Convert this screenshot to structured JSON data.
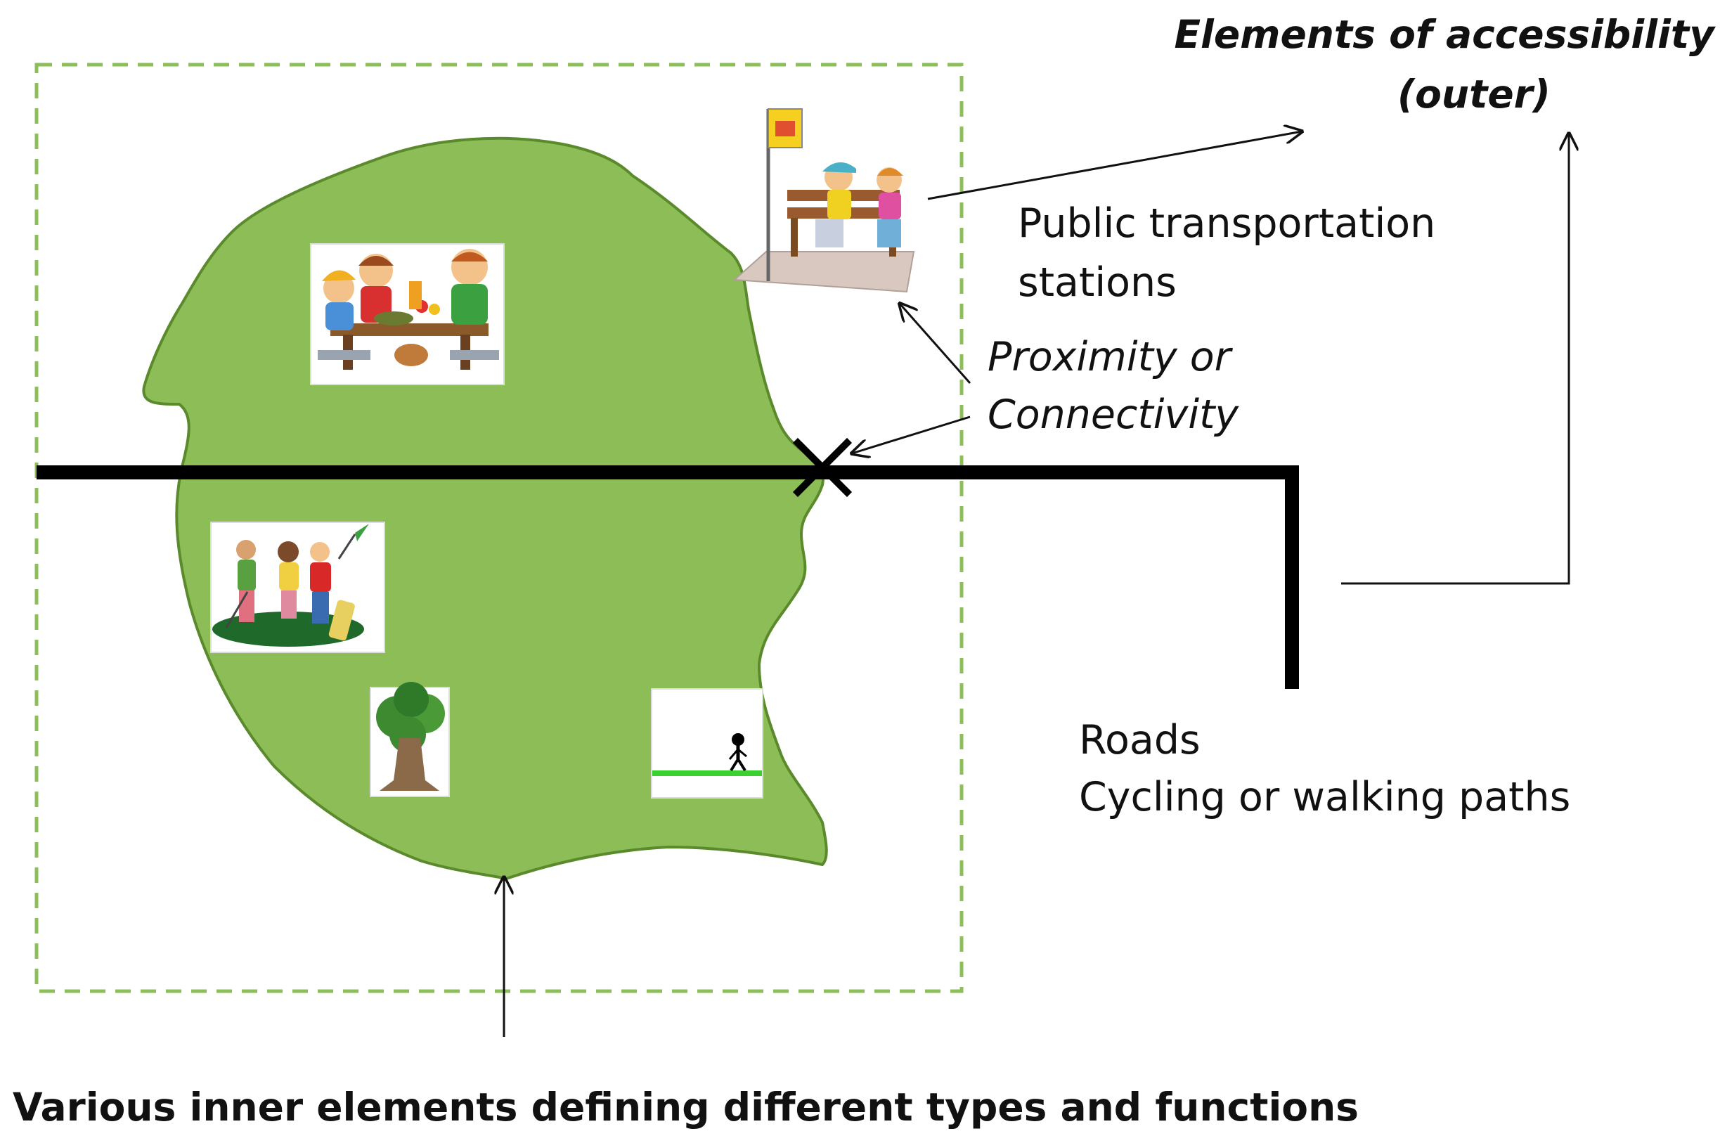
{
  "title": {
    "line1": "Elements of accessibility",
    "line2": "(outer)"
  },
  "public_transport": {
    "line1": "Public transportation",
    "line2": "stations"
  },
  "proximity": {
    "line1": "Proximity or",
    "line2": "Connectivity"
  },
  "roads": {
    "line1": "Roads",
    "line2": "Cycling or walking paths"
  },
  "inner_elements": {
    "label": "Various inner elements defining different types and functions"
  },
  "colors": {
    "park_fill": "#8cbd57",
    "park_stroke": "#5a8a2c",
    "boundary_dash": "#8cbf5a",
    "road": "#000000"
  },
  "icons": [
    "picnic-icon",
    "golf-players-icon",
    "tree-icon",
    "walking-path-icon",
    "bus-stop-bench-icon"
  ]
}
